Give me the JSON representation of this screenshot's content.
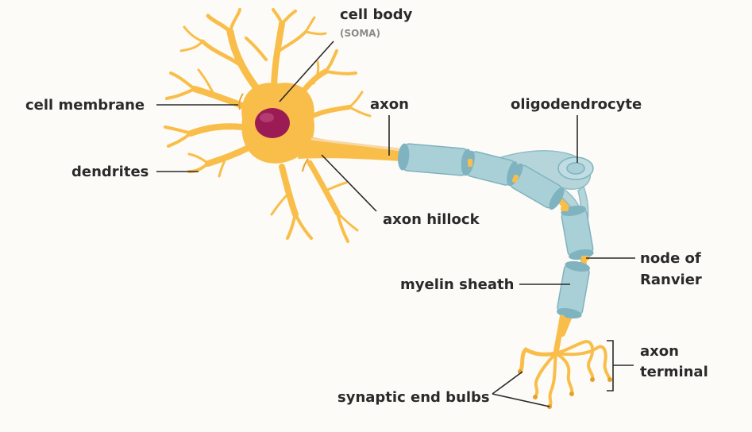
{
  "colors": {
    "background": "#fdfbf7",
    "neuron": "#f9be4a",
    "neuron_dark": "#e6a12d",
    "nucleus": "#9b1b55",
    "myelin": "#a9cfd7",
    "myelin_dark": "#7fb3bf",
    "text": "#2a2a2a"
  },
  "labels": {
    "cell_body": "cell body",
    "soma": "(SOMA)",
    "cell_membrane": "cell membrane",
    "dendrites": "dendrites",
    "axon": "axon",
    "oligodendrocyte": "oligodendrocyte",
    "axon_hillock": "axon hillock",
    "myelin_sheath": "myelin sheath",
    "node_of": "node of",
    "ranvier": "Ranvier",
    "axon_terminal_1": "axon",
    "axon_terminal_2": "terminal",
    "synaptic_end_bulbs": "synaptic end bulbs"
  }
}
